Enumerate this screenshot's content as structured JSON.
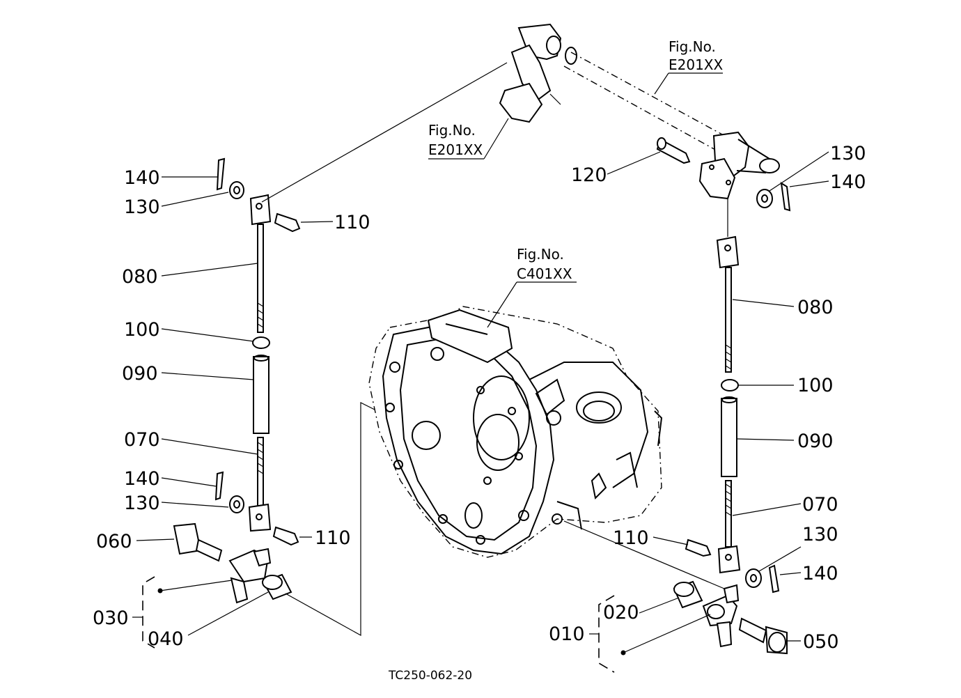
{
  "diagram": {
    "code": "TC250-062-20",
    "fig_refs": [
      {
        "id": "ref-e201-top",
        "line1": "Fig.No.",
        "line2": "E201XX"
      },
      {
        "id": "ref-e201-left",
        "line1": "Fig.No.",
        "line2": "E201XX"
      },
      {
        "id": "ref-c401",
        "line1": "Fig.No.",
        "line2": "C401XX"
      }
    ],
    "labels": {
      "l140a": "140",
      "l130a": "130",
      "l110a": "110",
      "l080a": "080",
      "l100a": "100",
      "l090a": "090",
      "l070a": "070",
      "l140b": "140",
      "l130b": "130",
      "l110b": "110",
      "l060": "060",
      "l030": "030",
      "l040": "040",
      "l120": "120",
      "l130c": "130",
      "l140c": "140",
      "l080b": "080",
      "l100b": "100",
      "l090b": "090",
      "l070b": "070",
      "l110c": "110",
      "l130d": "130",
      "l140d": "140",
      "l020": "020",
      "l010": "010",
      "l050": "050"
    }
  }
}
